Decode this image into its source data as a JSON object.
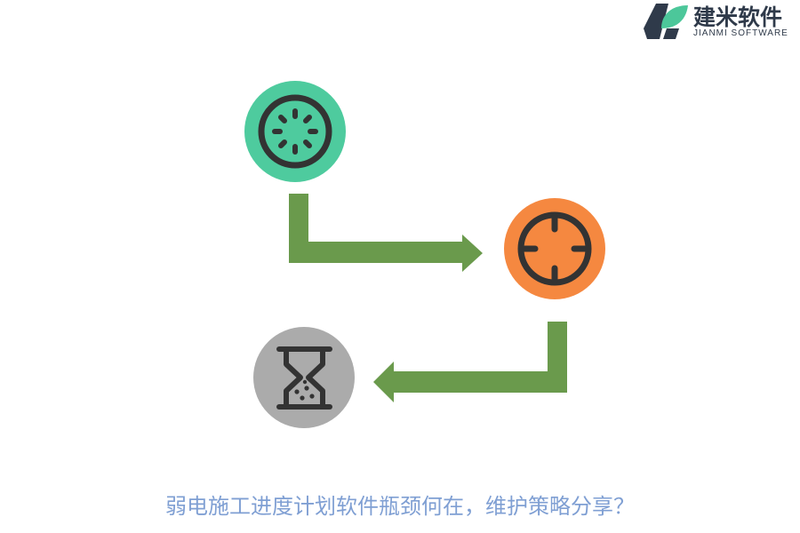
{
  "brand": {
    "name": "建米软件",
    "subtitle": "JIANMI SOFTWARE",
    "colors": {
      "mark_dark": "#2f3a4a",
      "mark_green": "#4cc79a",
      "text": "#2f3a4a"
    }
  },
  "diagram": {
    "steps": [
      {
        "icon": "loading-icon",
        "color": "#4ecb9e"
      },
      {
        "icon": "target-crosshair-icon",
        "color": "#f58840"
      },
      {
        "icon": "hourglass-icon",
        "color": "#ababab"
      }
    ],
    "arrow_color": "#6a9a4c",
    "icon_stroke_color": "#333333"
  },
  "caption": {
    "text": "弱电施工进度计划软件瓶颈何在，维护策略分享？",
    "color": "#7f9fd3"
  }
}
